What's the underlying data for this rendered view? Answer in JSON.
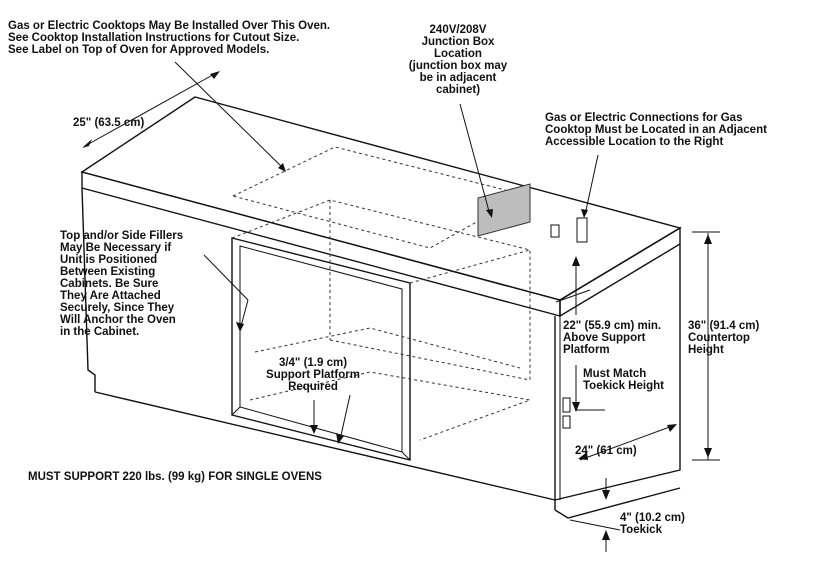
{
  "labels": {
    "cooktop_note": "Gas or Electric Cooktops May Be Installed Over This Oven.\nSee Cooktop Installation Instructions for Cutout Size.\nSee Label on Top of Oven for Approved Models.",
    "junction_box": "240V/208V\nJunction Box\nLocation\n(junction box may\nbe in adjacent\ncabinet)",
    "depth_25": "25\" (63.5 cm)",
    "gas_connections": "Gas or Electric Connections for Gas\nCooktop Must be Located in an Adjacent\nAccessible Location to the Right",
    "fillers_note": "Top and/or Side Fillers\nMay Be Necessary if\nUnit is Positioned\nBetween Existing\nCabinets. Be Sure\nThey Are Attached\nSecurely, Since They\nWill Anchor the Oven\nin the Cabinet.",
    "above_platform": "22\" (55.9 cm) min.\nAbove Support\nPlatform",
    "countertop_height": "36\" (91.4 cm)\nCountertop\nHeight",
    "support_platform": "3/4\" (1.9 cm)\nSupport Platform\nRequired",
    "toekick_match": "Must Match\nToekick Height",
    "width_24": "24\" (61 cm)",
    "must_support": "MUST SUPPORT 220 lbs. (99 kg) FOR SINGLE OVENS",
    "toekick_4": "4\" (10.2 cm)\nToekick"
  },
  "colors": {
    "line": "#111111",
    "junction_box_fill": "#bdbdbd",
    "background": "#ffffff"
  }
}
